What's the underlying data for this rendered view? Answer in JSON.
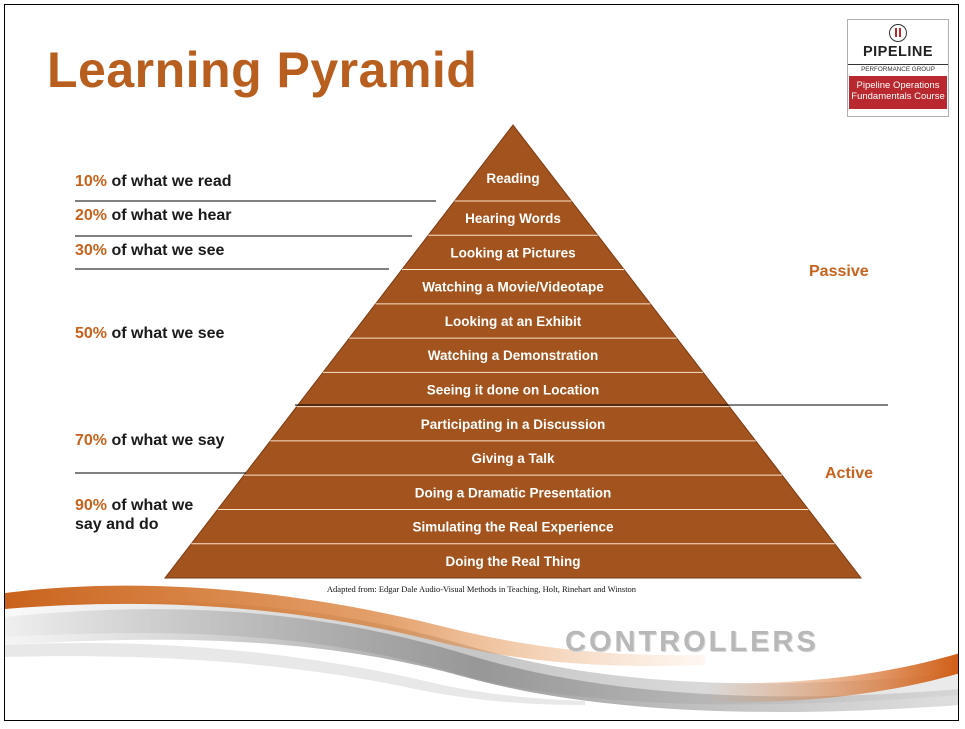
{
  "title": "Learning Pyramid",
  "logo": {
    "name": "PIPELINE",
    "subtitle": "PERFORMANCE GROUP",
    "course_line1": "Pipeline Operations",
    "course_line2": "Fundamentals Course"
  },
  "pyramid": {
    "tiers": [
      "Reading",
      "Hearing Words",
      "Looking at Pictures",
      "Watching a Movie/Videotape",
      "Looking at an Exhibit",
      "Watching a Demonstration",
      "Seeing it done on Location",
      "Participating in a Discussion",
      "Giving a Talk",
      "Doing a Dramatic Presentation",
      "Simulating the Real Experience",
      "Doing the Real Thing"
    ],
    "fill_color": "#a3531e",
    "separator_color": "#fbe3cc"
  },
  "retention": [
    {
      "percent": "10%",
      "text": " of what we read"
    },
    {
      "percent": "20%",
      "text": " of what we hear"
    },
    {
      "percent": "30%",
      "text": " of what we see"
    },
    {
      "percent": "50%",
      "text": " of what we see"
    },
    {
      "percent": "70%",
      "text": " of what we say"
    },
    {
      "percent": "90%",
      "text": " of what we",
      "text2": "say and do"
    }
  ],
  "modes": {
    "passive": "Passive",
    "active": "Active"
  },
  "source": "Adapted from: Edgar Dale Audio-Visual Methods in Teaching, Holt, Rinehart and Winston",
  "brand": "CONTROLLERS",
  "colors": {
    "accent": "#c8621d",
    "title": "#b85e1f",
    "logo_band": "#b8282e"
  }
}
